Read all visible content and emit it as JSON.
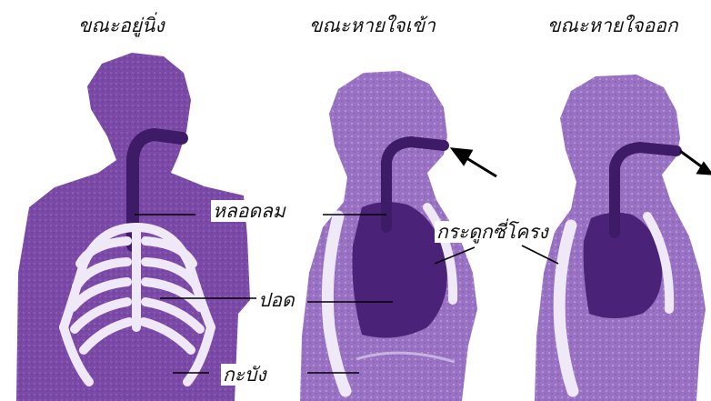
{
  "titles": {
    "rest": "ขณะอยู่นิ่ง",
    "inhale": "ขณะหายใจเข้า",
    "exhale": "ขณะหายใจออก"
  },
  "labels": {
    "trachea": "หลอดลม",
    "ribs": "กระดูกซี่โครง",
    "lungs": "ปอด",
    "diaphragm": "กะบัง"
  },
  "colors": {
    "body": "#7a4aa6",
    "body_light": "#a67fcf",
    "lung": "#4a2378",
    "airway": "#3e1b66",
    "bone": "#efe8f6"
  }
}
